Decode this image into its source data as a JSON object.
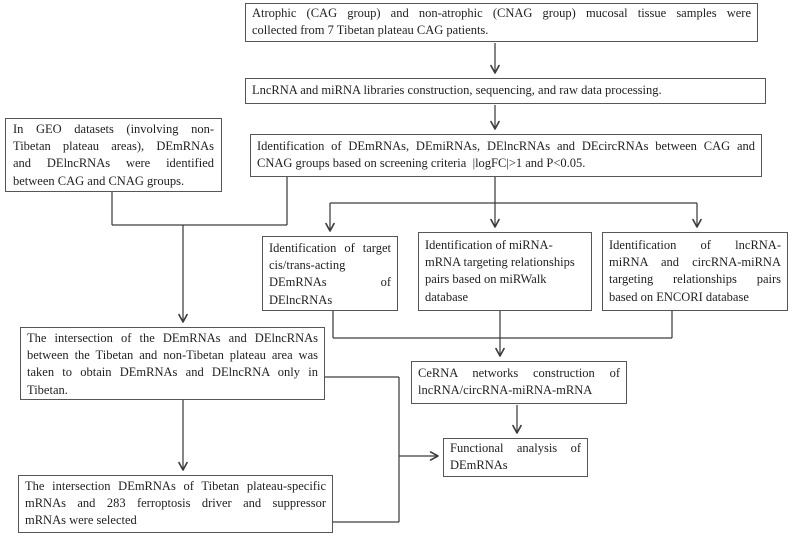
{
  "figure": {
    "type": "flowchart",
    "boxes": {
      "samples": {
        "lines": [
          "Atrophic (CAG group) and non-atrophic (CNAG group) mucosal tissue samples were",
          "collected from 7 Tibetan plateau CAG patients."
        ]
      },
      "libraries": {
        "lines": [
          "LncRNA and miRNA libraries construction, sequencing, and raw data processing."
        ]
      },
      "identification": {
        "lines": [
          "Identification of DEmRNAs, DEmiRNAs, DElncRNAs and DEcircRNAs between CAG and",
          "CNAG groups based on screening criteria  |logFC|>1 and P<0.05."
        ]
      },
      "geo": {
        "lines": [
          "In GEO datasets (involving non-",
          "Tibetan plateau areas), DEmRNAs",
          "and DElncRNAs were identified",
          "between CAG and CNAG groups."
        ]
      },
      "cis_trans": {
        "lines": [
          "Identification of target",
          "cis/trans-acting",
          "DEmRNAs of",
          "DElncRNAs"
        ]
      },
      "mirwalk": {
        "lines": [
          "Identification of miRNA-",
          "mRNA targeting relationships",
          "pairs based on miRWalk",
          "database"
        ]
      },
      "encori": {
        "lines": [
          "Identification of lncRNA-",
          "miRNA and circRNA-miRNA",
          "targeting relationships pairs",
          "based on ENCORI database"
        ]
      },
      "tibetan_intersection": {
        "lines": [
          "The intersection of the DEmRNAs and DElncRNAs",
          "between the Tibetan and non-Tibetan plateau area was",
          "taken to obtain DEmRNAs and DElncRNA only in",
          "Tibetan."
        ]
      },
      "cerna": {
        "lines": [
          "CeRNA networks construction of",
          "lncRNA/circRNA-miRNA-mRNA"
        ]
      },
      "functional": {
        "lines": [
          "Functional analysis of",
          "DEmRNAs"
        ]
      },
      "ferroptosis": {
        "lines": [
          "The intersection DEmRNAs of Tibetan plateau-specific",
          "mRNAs and 283 ferroptosis driver and suppressor",
          "mRNAs were selected"
        ]
      }
    }
  },
  "colors": {
    "box_border": "#565656",
    "connector": "#3d3d3d",
    "text": "#1f1f1f",
    "background": "#ffffff"
  }
}
